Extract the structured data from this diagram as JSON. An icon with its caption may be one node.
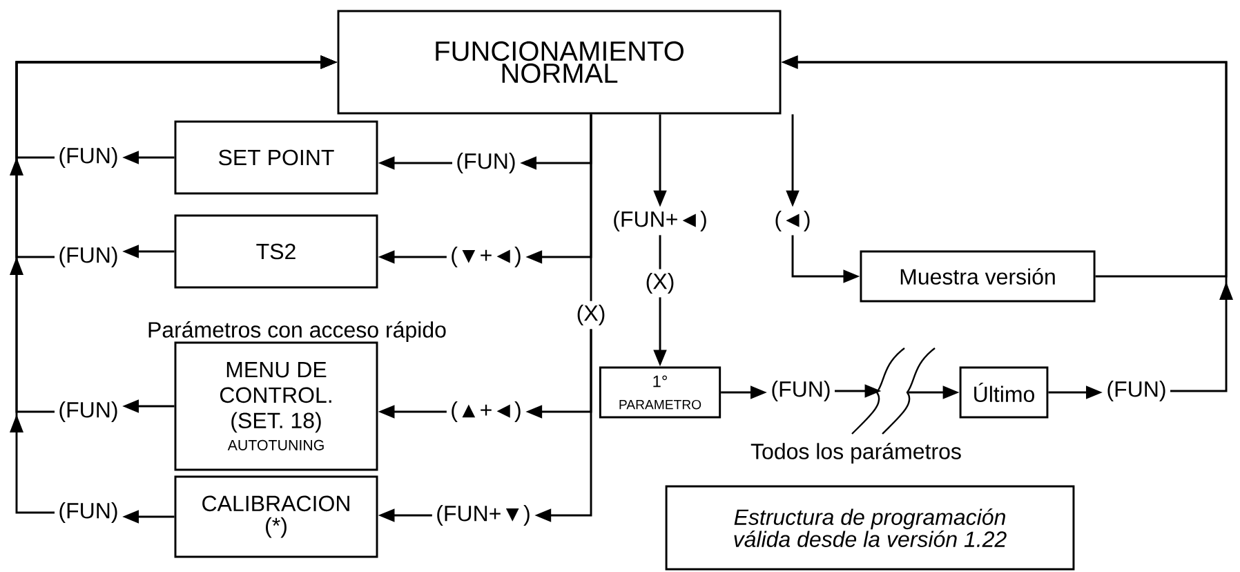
{
  "diagram": {
    "nodes": [
      {
        "text": [
          "FUNCIONAMIENTO NORMAL"
        ]
      },
      {
        "text": [
          "SET POINT"
        ]
      },
      {
        "text": [
          "TS2"
        ]
      },
      {
        "text": [
          "MENU DE CONTROL. (SET. 18)",
          "AUTOTUNING"
        ]
      },
      {
        "text": [
          "CALIBRACION (*)"
        ]
      },
      {
        "text": [
          "1°",
          "PARAMETRO"
        ]
      },
      {
        "text": [
          "Último"
        ]
      },
      {
        "text": [
          "Muestra versión"
        ]
      },
      {
        "text": [
          "Estructura de programación válida desde la versión 1.22"
        ]
      },
      {
        "text": [
          "(FUN)"
        ]
      },
      {
        "text": [
          "(▼+◄)"
        ]
      },
      {
        "text": [
          "(X)"
        ]
      },
      {
        "text": [
          "(▲+◄)"
        ]
      },
      {
        "text": [
          "(FUN+▼)"
        ]
      },
      {
        "text": [
          "(FUN)"
        ]
      },
      {
        "text": [
          "(FUN)"
        ]
      },
      {
        "text": [
          "(FUN)"
        ]
      },
      {
        "text": [
          "(FUN)"
        ]
      },
      {
        "text": [
          "(FUN+◄)"
        ]
      },
      {
        "text": [
          "(X)"
        ]
      },
      {
        "text": [
          "(◄)"
        ]
      },
      {
        "text": [
          "(FUN)"
        ]
      },
      {
        "text": [],
        "shape": "break"
      },
      {
        "text": [
          "(FUN)"
        ]
      }
    ],
    "edges": [
      {
        "from": 0,
        "to": 9,
        "arrow": "to"
      },
      {
        "from": 9,
        "to": 1,
        "arrow": "to"
      },
      {
        "from": 1,
        "to": 14,
        "arrow": "to"
      },
      {
        "from": 0,
        "to": 10,
        "arrow": "to"
      },
      {
        "from": 10,
        "to": 2,
        "arrow": "to"
      },
      {
        "from": 2,
        "to": 15,
        "arrow": "to"
      },
      {
        "from": 0,
        "to": 11,
        "arrow": "none"
      },
      {
        "from": 11,
        "to": 12,
        "arrow": "to"
      },
      {
        "from": 12,
        "to": 3,
        "arrow": "to"
      },
      {
        "from": 3,
        "to": 16,
        "arrow": "to"
      },
      {
        "from": 11,
        "to": 13,
        "arrow": "to"
      },
      {
        "from": 13,
        "to": 4,
        "arrow": "to"
      },
      {
        "from": 4,
        "to": 17,
        "arrow": "to"
      },
      {
        "from": 14,
        "to": 0,
        "arrow": "to"
      },
      {
        "from": 15,
        "to": 0,
        "arrow": "to"
      },
      {
        "from": 16,
        "to": 0,
        "arrow": "to"
      },
      {
        "from": 17,
        "to": 0,
        "arrow": "to"
      },
      {
        "from": 0,
        "to": 18,
        "arrow": "to"
      },
      {
        "from": 18,
        "to": 19,
        "arrow": "none"
      },
      {
        "from": 19,
        "to": 5,
        "arrow": "to"
      },
      {
        "from": 5,
        "to": 21,
        "arrow": "to"
      },
      {
        "from": 21,
        "to": 22,
        "arrow": "to"
      },
      {
        "from": 22,
        "to": 6,
        "arrow": "to"
      },
      {
        "from": 6,
        "to": 23,
        "arrow": "to"
      },
      {
        "from": 23,
        "to": 0,
        "arrow": "to"
      },
      {
        "from": 0,
        "to": 20,
        "arrow": "to"
      },
      {
        "from": 20,
        "to": 7,
        "arrow": "to"
      },
      {
        "from": 7,
        "to": 0,
        "arrow": "to"
      }
    ],
    "labels": [
      "Parámetros con acceso rápido",
      "Todos los parámetros"
    ]
  }
}
